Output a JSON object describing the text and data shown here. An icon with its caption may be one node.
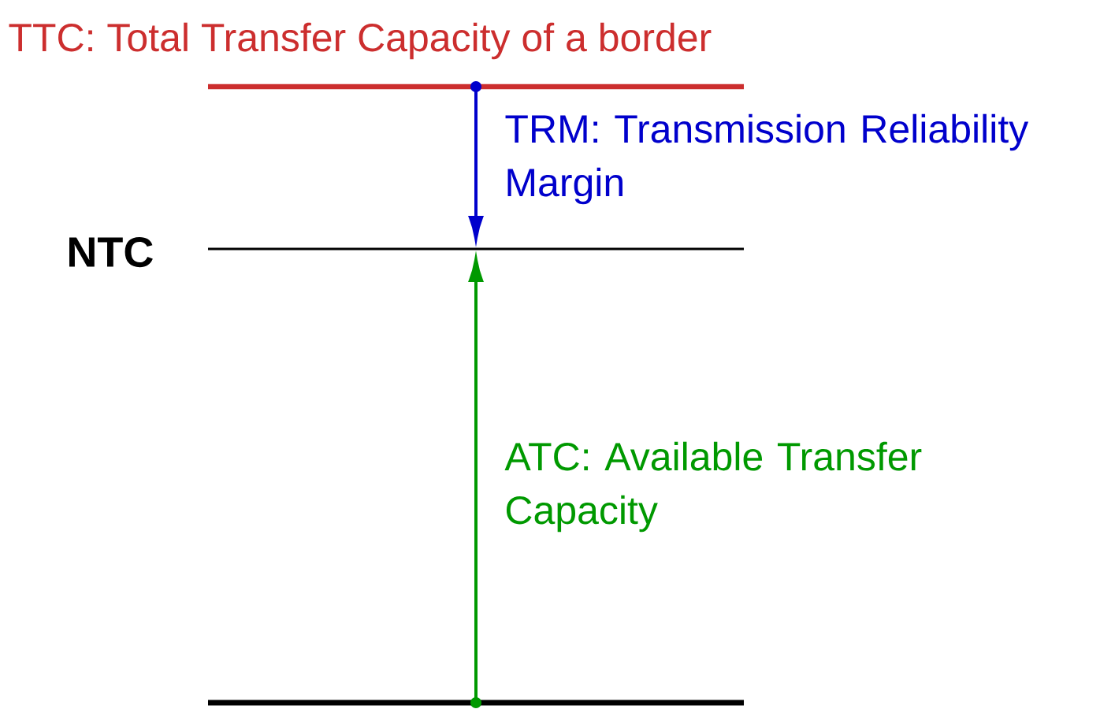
{
  "diagram": {
    "nodes": [
      {
        "text": [
          "TTC: Total Transfer Capacity of a border"
        ]
      },
      {
        "text": [],
        "shape": "bar",
        "beside": [
          "NTC"
        ]
      },
      {
        "text": [],
        "shape": "bar"
      }
    ],
    "edges": [
      {
        "from": 0,
        "to": 1,
        "arrow": "to",
        "label": "TRM: Transmission Reliability Margin",
        "color": "#0000cc"
      },
      {
        "from": 2,
        "to": 1,
        "arrow": "to",
        "label": "ATC: Available Transfer Capacity",
        "color": "#009900"
      }
    ]
  }
}
